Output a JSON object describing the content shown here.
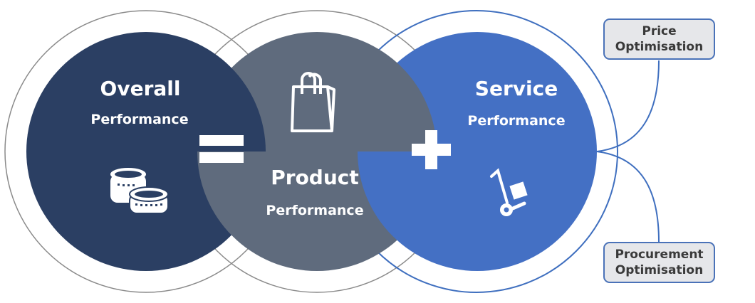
{
  "colors": {
    "overall": "#2b3f63",
    "product": "#5f6b7d",
    "service": "#4470c4",
    "ring_gray": "#8a8a8a",
    "ring_blue": "#3f6fbf"
  },
  "overall": {
    "title": "Overall",
    "subtitle": "Performance",
    "icon": "coins-icon"
  },
  "product": {
    "title": "Product",
    "subtitle": "Performance",
    "icon": "shopping-bag-icon"
  },
  "service": {
    "title": "Service",
    "subtitle": "Performance",
    "icon": "hand-truck-icon"
  },
  "operators": {
    "equals": "equals-icon",
    "plus": "plus-icon"
  },
  "boxes": [
    {
      "line1": "Price",
      "line2": "Optimisation"
    },
    {
      "line1": "Procurement",
      "line2": "Optimisation"
    }
  ]
}
